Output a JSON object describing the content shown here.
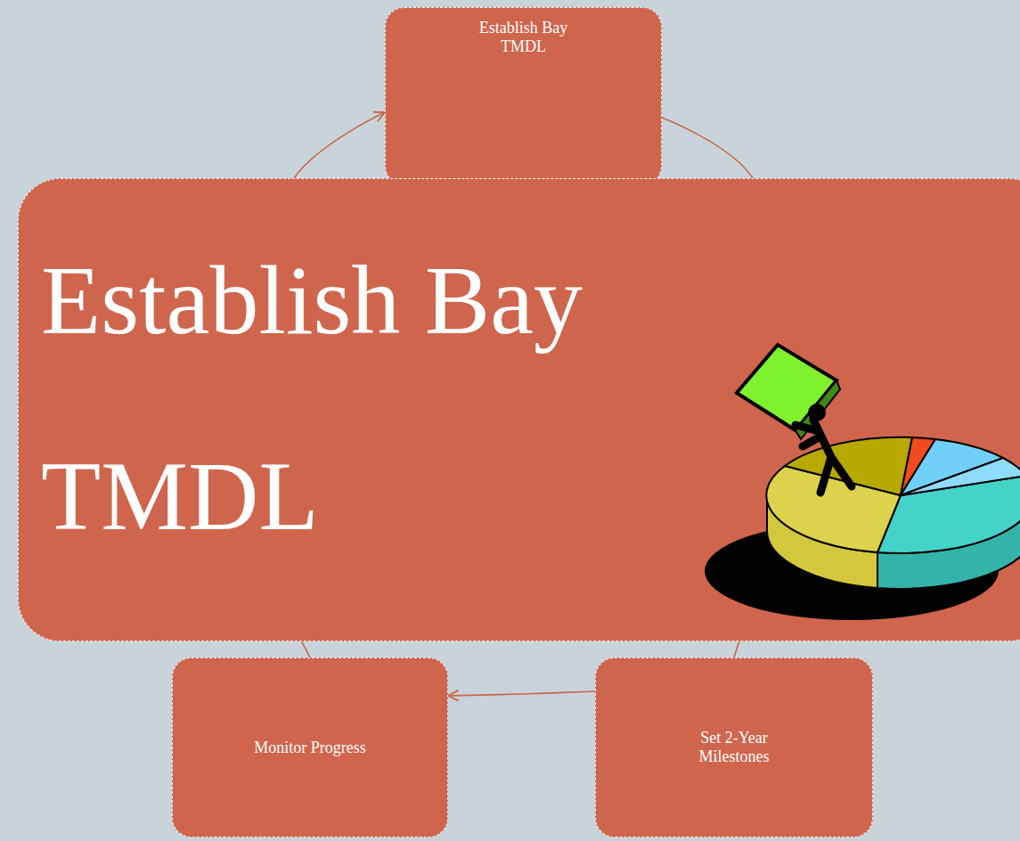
{
  "diagram": {
    "nodes": [
      {
        "text": [
          "Establish Bay TMDL"
        ]
      },
      {
        "text": [
          "Establish Bay TMDL"
        ]
      },
      {
        "text": [
          "Monitor Progress"
        ]
      },
      {
        "text": [
          "Set 2-Year Milestones"
        ]
      }
    ],
    "edges": [
      {
        "from": 0,
        "to": 3,
        "arrow": "none"
      },
      {
        "from": 3,
        "to": 2,
        "arrow": "to"
      },
      {
        "from": 2,
        "to": 0,
        "arrow": "to"
      }
    ]
  }
}
